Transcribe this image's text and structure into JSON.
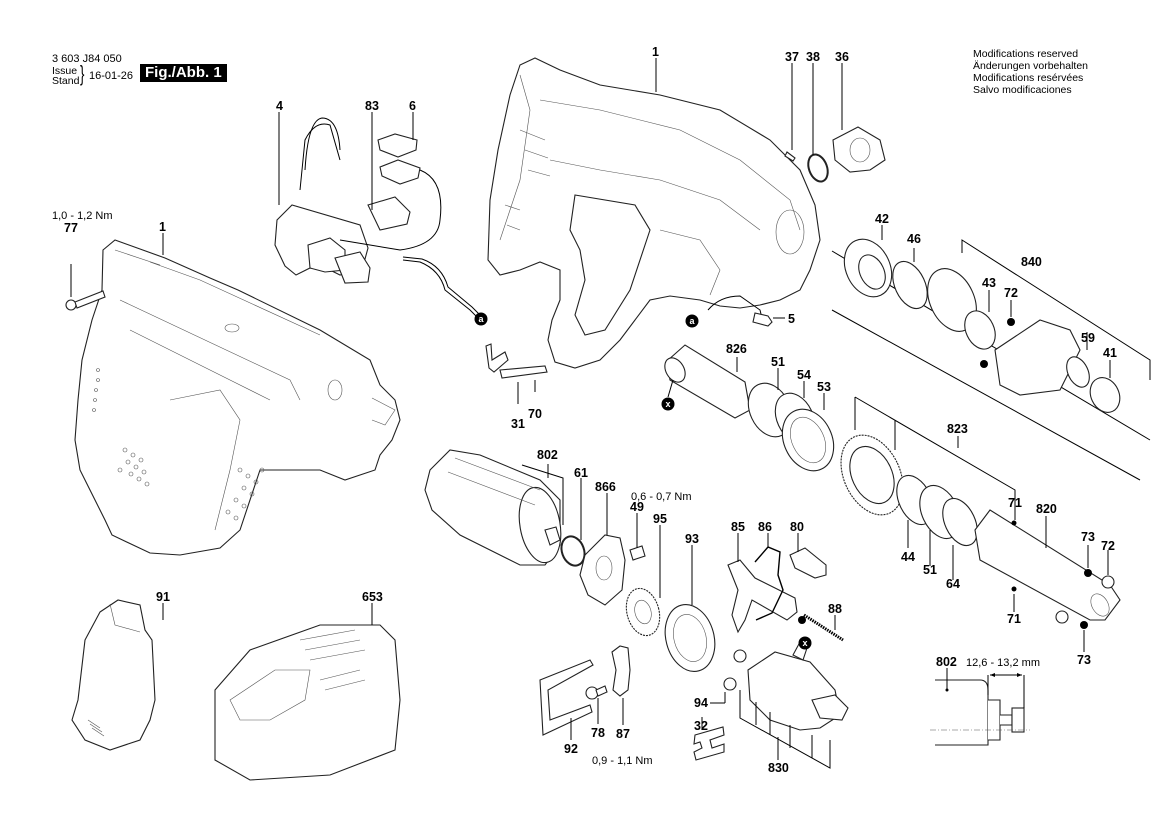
{
  "header": {
    "doc_number": "3 603 J84 050",
    "issue_label_en": "Issue",
    "issue_label_de": "Stand",
    "issue_date": "16-01-26",
    "figure_label": "Fig./Abb. 1"
  },
  "notice": [
    "Modifications reserved",
    "Änderungen vorbehalten",
    "Modifications resérvées",
    "Salvo modificaciones"
  ],
  "connector_marks": {
    "a": "a",
    "x": "x"
  },
  "torque_specs": {
    "screw_77": "1,0 - 1,2 Nm",
    "screw_49": "0,6 - 0,7 Nm",
    "screw_78": "0,9 - 1,1 Nm"
  },
  "dimension": {
    "part": "802",
    "range": "12,6 - 13,2 mm"
  },
  "parts": {
    "p1_housing_right": "1",
    "p1_housing_left": "1",
    "p77": "77",
    "p4": "4",
    "p83": "83",
    "p6": "6",
    "p37": "37",
    "p38": "38",
    "p36": "36",
    "p42": "42",
    "p46": "46",
    "p840": "840",
    "p43": "43",
    "p72a": "72",
    "p59": "59",
    "p41": "41",
    "p5": "5",
    "p31": "31",
    "p70": "70",
    "p826": "826",
    "p51a": "51",
    "p54": "54",
    "p53": "53",
    "p823": "823",
    "p802": "802",
    "p61": "61",
    "p866": "866",
    "p49": "49",
    "p95": "95",
    "p93": "93",
    "p85": "85",
    "p86": "86",
    "p80": "80",
    "p88": "88",
    "p71a": "71",
    "p820": "820",
    "p73a": "73",
    "p72b": "72",
    "p44": "44",
    "p51b": "51",
    "p64": "64",
    "p71b": "71",
    "p73b": "73",
    "p91": "91",
    "p653": "653",
    "p92": "92",
    "p78": "78",
    "p87": "87",
    "p94": "94",
    "p32": "32",
    "p830": "830"
  }
}
